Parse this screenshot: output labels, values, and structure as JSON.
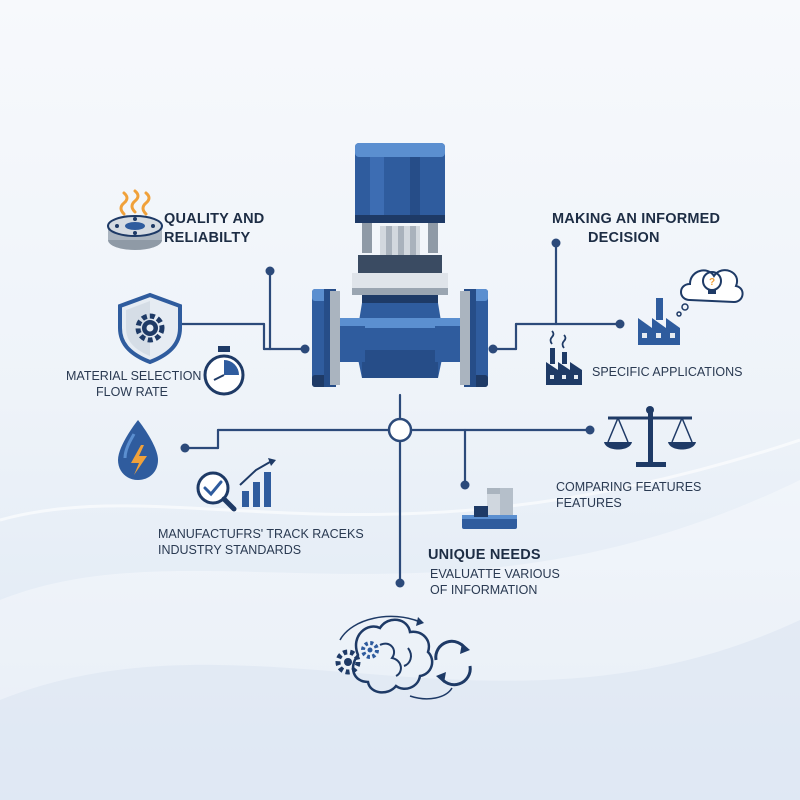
{
  "colors": {
    "navy": "#1e3a66",
    "blue": "#3561a3",
    "light_blue": "#5b8fd0",
    "line": "#2c4a7a",
    "orange": "#f0a13a",
    "background": "#eef3f9"
  },
  "icons": {
    "quality": "heated-flange-icon",
    "material": "gear-shield-icon",
    "flow": "stopwatch-icon",
    "energy": "water-drop-lightning-icon",
    "standards": "magnifier-check-chart-icon",
    "decision": "lightbulb-question-icon",
    "applications": "factory-icon",
    "features": "balance-scale-icon",
    "needs": "machinery-icon",
    "evaluate": "brain-gears-cycle-icon",
    "center": "control-valve-icon"
  },
  "labels": {
    "quality_line1": "QUALITY AND",
    "quality_line2": "RELIABILTY",
    "decision_line1": "MAKING AN INFORMED",
    "decision_line2": "DECISION",
    "material_line1": "MATERIAL SELECTION",
    "material_line2": "FLOW RATE",
    "specific": "SPECIFIC APPLICATIONS",
    "comparing_line1": "COMPARING FEATURES",
    "comparing_line2": "FEATURES",
    "manuf_line1": "MANUFACTUFRS' TRACK RACEKS",
    "manuf_line2": "INDUSTRY STANDARDS",
    "unique": "UNIQUE NEEDS",
    "evaluate_line1": "EVALUATTE VARIOUS",
    "evaluate_line2": "OF INFORMATION"
  }
}
